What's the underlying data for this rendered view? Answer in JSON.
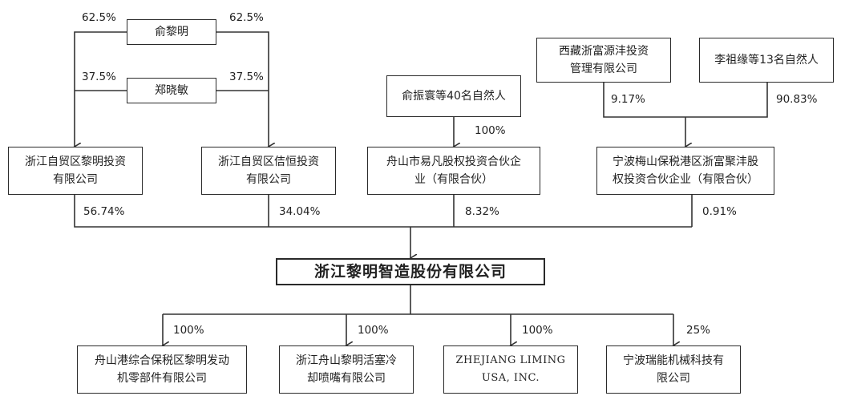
{
  "persons": {
    "yu_liming": "俞黎明",
    "zheng_xiaomin": "郑晓敏",
    "yu_zhensai_group": "俞振寰等40名自然人",
    "xizang_fuyuan": "西藏浙富源沣投资\n管理有限公司",
    "li_zuyuan_group": "李祖缘等13名自然人"
  },
  "shareholders": {
    "liming_touzi": "浙江自贸区黎明投资\n有限公司",
    "xinheng_touzi": "浙江自贸区佶恒投资\n有限公司",
    "yifan": "舟山市易凡股权投资合伙企\n业（有限合伙）",
    "fuju": "宁波梅山保税港区浙富聚沣股\n权投资合伙企业（有限合伙）"
  },
  "company": "浙江黎明智造股份有限公司",
  "subsidiaries": {
    "fadongji": "舟山港综合保税区黎明发动\n机零部件有限公司",
    "huosai": "浙江舟山黎明活塞冷\n却喷嘴有限公司",
    "usa": "ZHEJIANG LIMING\nUSA, INC.",
    "ruineng": "宁波瑞能机械科技有\n限公司"
  },
  "percentages": {
    "yu_to_liming": "62.5%",
    "yu_to_xinheng": "62.5%",
    "zheng_to_liming": "37.5%",
    "zheng_to_xinheng": "37.5%",
    "yuzs_to_yifan": "100%",
    "xizang_to_fuju": "9.17%",
    "li_to_fuju": "90.83%",
    "liming_to_company": "56.74%",
    "xinheng_to_company": "34.04%",
    "yifan_to_company": "8.32%",
    "fuju_to_company": "0.91%",
    "company_to_fadongji": "100%",
    "company_to_huosai": "100%",
    "company_to_usa": "100%",
    "company_to_ruineng": "25%"
  }
}
